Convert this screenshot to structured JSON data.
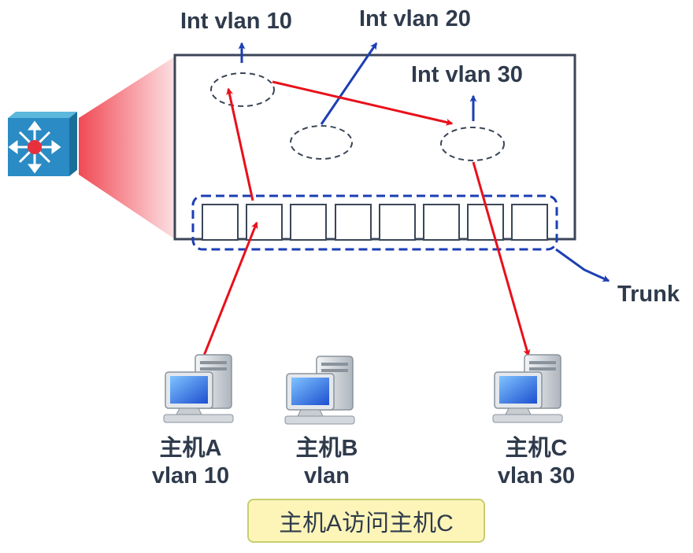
{
  "interfaces": {
    "vlan10": "Int vlan 10",
    "vlan20": "Int vlan 20",
    "vlan30": "Int vlan 30"
  },
  "trunk_label": "Trunk",
  "hosts": [
    {
      "name": "主机A",
      "vlan": "vlan 10"
    },
    {
      "name": "主机B",
      "vlan": "vlan"
    },
    {
      "name": "主机C",
      "vlan": "vlan 30"
    }
  ],
  "caption": "主机A访问主机C",
  "colors": {
    "switch_border": "#3b4658",
    "flow_arrow": "#e8101a",
    "vlan_arrow": "#1b3fb3",
    "trunk_border": "#1b3fb3",
    "caption_bg": "#fdf5b8",
    "text": "#2f3b4c"
  },
  "icons": [
    "layer3-switch-icon",
    "computer-icon"
  ]
}
